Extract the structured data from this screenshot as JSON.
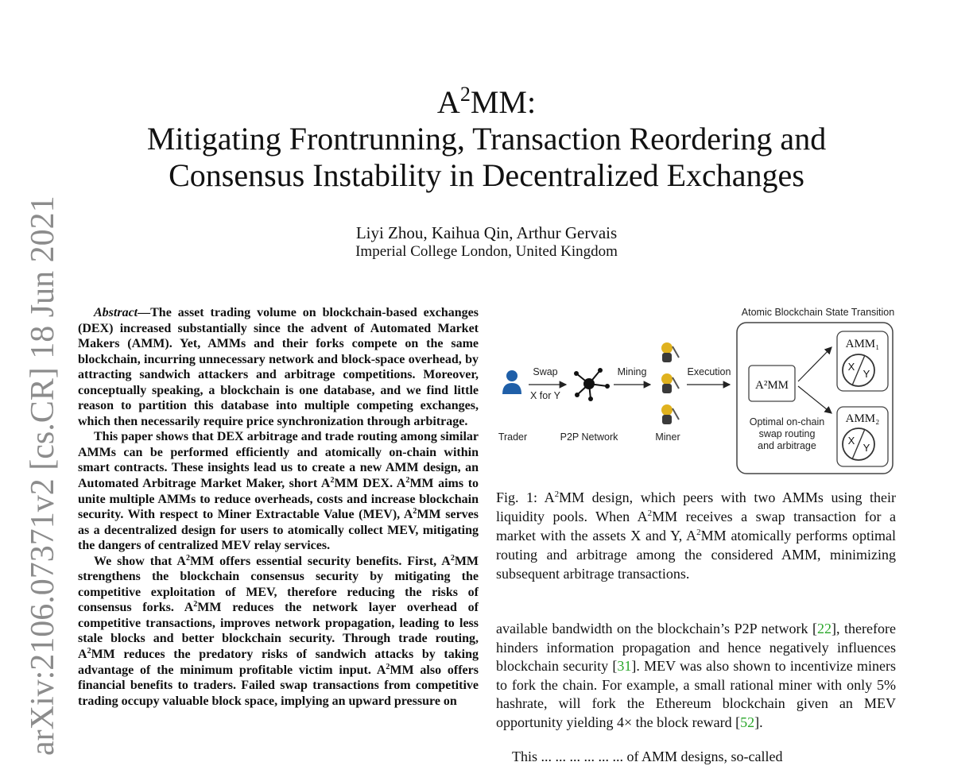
{
  "sidebar": {
    "arxiv_id": "arXiv:2106.07371v2  [cs.CR]  18 Jun 2021"
  },
  "header": {
    "title_a": "A",
    "title_sup": "2",
    "title_b": "MM:",
    "subtitle_line1": "Mitigating Frontrunning, Transaction Reordering and",
    "subtitle_line2": "Consensus Instability in Decentralized Exchanges",
    "authors": "Liyi Zhou, Kaihua Qin, Arthur Gervais",
    "affiliation": "Imperial College London, United Kingdom"
  },
  "abstract": {
    "label": "Abstract",
    "dash": "—",
    "p1": "The asset trading volume on blockchain-based exchanges (DEX) increased substantially since the advent of Automated Market Makers (AMM). Yet, AMMs and their forks compete on the same blockchain, incurring unnecessary network and block-space overhead, by attracting sandwich attackers and arbitrage competitions. Moreover, conceptually speaking, a blockchain is one database, and we find little reason to partition this database into multiple competing exchanges, which then necessarily require price synchronization through arbitrage.",
    "p2_a": "This paper shows that DEX arbitrage and trade routing among similar AMMs can be performed efficiently and atomically on-chain within smart contracts. These insights lead us to create a new AMM design, an Automated Arbitrage Market Maker, short A",
    "p2_b": "MM DEX. A",
    "p2_c": "MM aims to unite multiple AMMs to reduce overheads, costs and increase blockchain security. With respect to Miner Extractable Value (MEV), A",
    "p2_d": "MM serves as a decentralized design for users to atomically collect MEV, mitigating the dangers of centralized MEV relay services.",
    "p3_a": "We show that A",
    "p3_b": "MM offers essential security benefits. First, A",
    "p3_c": "MM strengthens the blockchain consensus security by mitigating the competitive exploitation of MEV, therefore reducing the risks of consensus forks. A",
    "p3_d": "MM reduces the network layer overhead of competitive transactions, improves network propagation, leading to less stale blocks and better blockchain security. Through trade routing, A",
    "p3_e": "MM reduces the predatory risks of sandwich attacks by taking advantage of the minimum profitable victim input. A",
    "p3_f": "MM also offers financial benefits to traders. Failed swap transactions from competitive trading occupy valuable block space, implying an upward pressure on",
    "sup": "2"
  },
  "figure": {
    "top_label": "Atomic Blockchain State Transition",
    "swap_label": "Swap",
    "swap_sub": "X for Y",
    "mining_label": "Mining",
    "execution_label": "Execution",
    "a2mm_label": "A²MM",
    "amm1_label": "AMM₁",
    "amm2_label": "AMM₂",
    "x_letter": "X",
    "y_letter": "Y",
    "desc_line1": "Optimal on-chain",
    "desc_line2": "swap routing",
    "desc_line3": "and arbitrage",
    "trader_label": "Trader",
    "p2p_label": "P2P Network",
    "miner_label": "Miner",
    "colors": {
      "trader": "#1f5fa8",
      "box_stroke": "#444444",
      "miner_hat": "#e0b21e"
    }
  },
  "caption": {
    "fig_label": "Fig. 1: A",
    "sup": "2",
    "text_a": "MM design, which peers with two AMMs using their liquidity pools. When A",
    "text_b": "MM receives a swap transaction for a market with the assets X and Y, A",
    "text_c": "MM atomically performs optimal routing and arbitrage among the considered AMM, minimizing subsequent arbitrage transactions."
  },
  "body": {
    "t1": "available bandwidth on the blockchain’s P2P network [",
    "c1": "22",
    "t2": "], therefore hinders information propagation and hence negatively influences blockchain security [",
    "c2": "31",
    "t3": "]. MEV was also shown to incentivize miners to fork the chain. For example, a small rational miner with only 5% hashrate, will fork the Ethereum blockchain given an MEV opportunity yielding 4× the block reward [",
    "c3": "52",
    "t4": "].",
    "next_line": "This ... ... ... ... ... ... of AMM designs, so-called"
  }
}
